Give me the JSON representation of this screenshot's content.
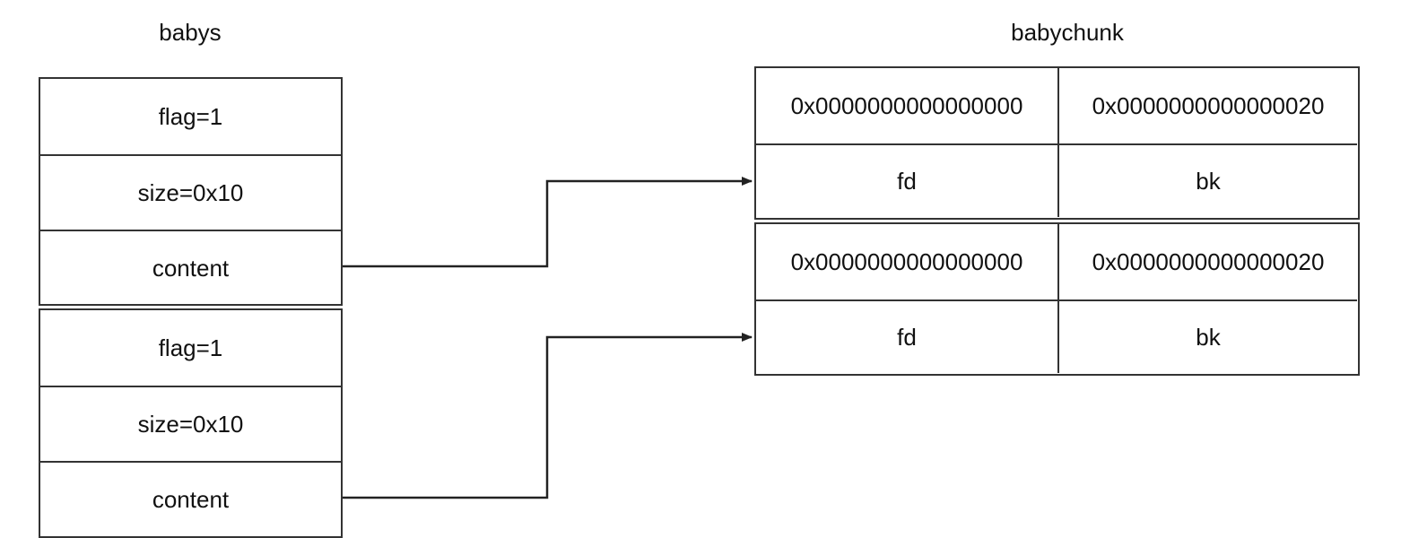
{
  "titles": {
    "babys": "babys",
    "babychunk": "babychunk"
  },
  "babys": [
    {
      "flag": "flag=1",
      "size": "size=0x10",
      "content": "content"
    },
    {
      "flag": "flag=1",
      "size": "size=0x10",
      "content": "content"
    }
  ],
  "chunks": [
    {
      "prev_size": "0x0000000000000000",
      "size": "0x0000000000000020",
      "fd": "fd",
      "bk": "bk"
    },
    {
      "prev_size": "0x0000000000000000",
      "size": "0x0000000000000020",
      "fd": "fd",
      "bk": "bk"
    }
  ],
  "colors": {
    "line": "#333333",
    "text": "#111111",
    "background": "#ffffff"
  }
}
